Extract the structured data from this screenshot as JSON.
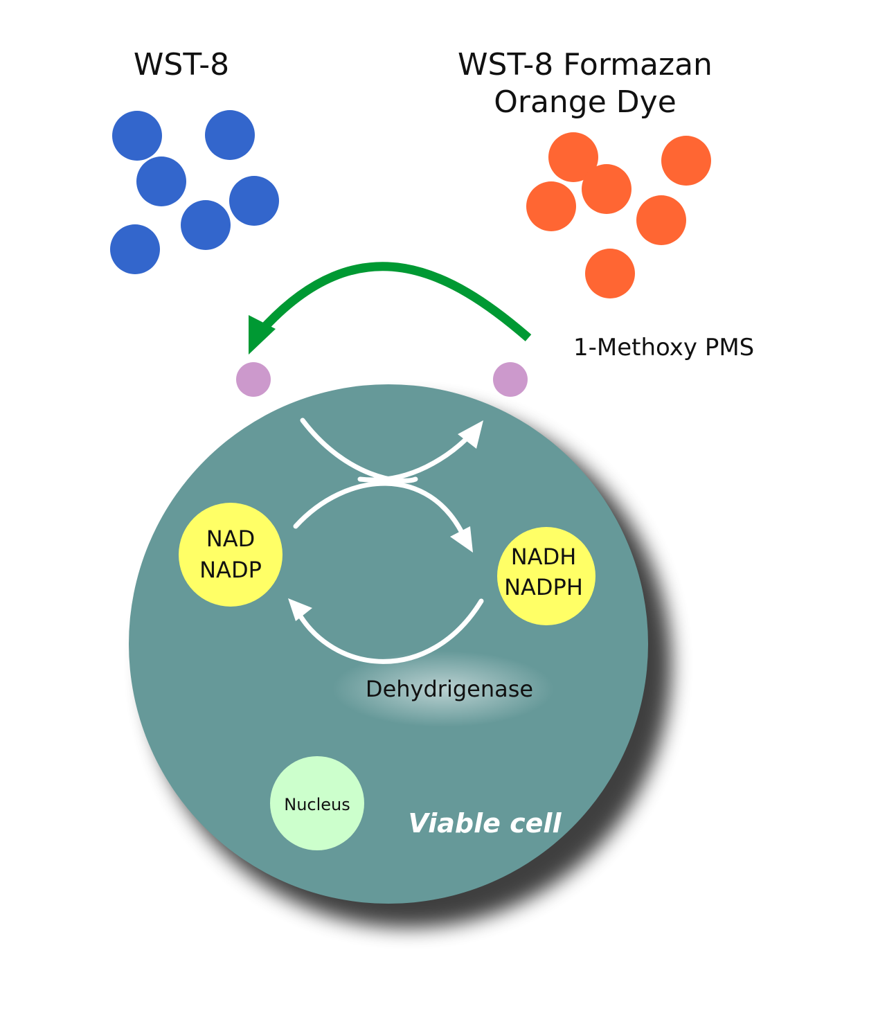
{
  "labels": {
    "wst8": "WST-8",
    "formazan_line1": "WST-8 Formazan",
    "formazan_line2": "Orange Dye",
    "methoxy_pms": "1-Methoxy PMS",
    "nad": "NAD",
    "nadp": "NADP",
    "nadh": "NADH",
    "nadph": "NADPH",
    "dehydrogenase": "Dehydrigenase",
    "nucleus": "Nucleus",
    "viable_cell": "Viable cell"
  },
  "colors": {
    "wst8": "#3366cc",
    "formazan": "#ff6633",
    "pms": "#cc99cc",
    "cell": "#669999",
    "cofactor": "#ffff66",
    "nucleus": "#ccffcc",
    "reaction_arrow": "#009933",
    "cycle_arrows": "#ffffff"
  },
  "particles": {
    "wst8_count": 6,
    "formazan_count": 6,
    "pms_count": 2
  }
}
